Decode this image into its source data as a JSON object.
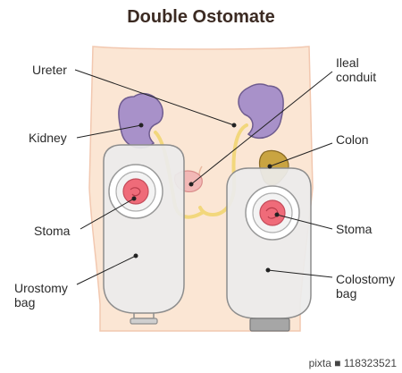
{
  "title": "Double Ostomate",
  "labels": {
    "ureter": "Ureter",
    "ileal_conduit_line1": "Ileal",
    "ileal_conduit_line2": "conduit",
    "kidney": "Kidney",
    "colon": "Colon",
    "stoma_left": "Stoma",
    "stoma_right": "Stoma",
    "urostomy_line1": "Urostomy",
    "urostomy_line2": "bag",
    "colostomy_line1": "Colostomy",
    "colostomy_line2": "bag"
  },
  "footer": "pixta ■ 118323521",
  "colors": {
    "skin": "#fbe6d4",
    "kidney": "#a891c9",
    "ureter": "#f2d77c",
    "bag": "#e9e9e9",
    "stoma": "#ef6b79",
    "colon": "#c9a441"
  }
}
